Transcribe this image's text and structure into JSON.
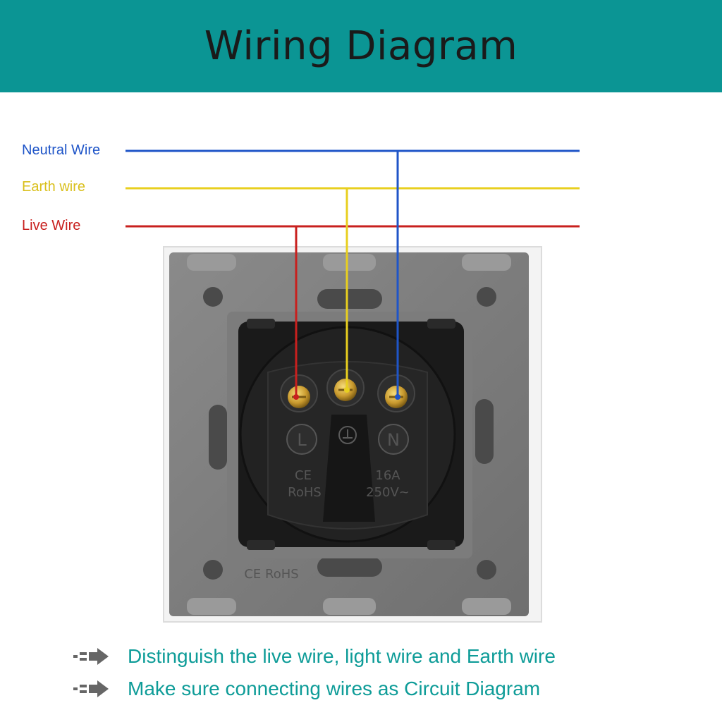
{
  "title": "Wiring Diagram",
  "colors": {
    "header_bg": "#0b9594",
    "neutral": "#1f55c8",
    "earth": "#e8cf1f",
    "live": "#c8201e",
    "tip_text": "#0e9c98"
  },
  "wires": {
    "neutral_label": "Neutral Wire",
    "earth_label": "Earth wire",
    "live_label": "Live Wire"
  },
  "socket": {
    "terminal_l": "L",
    "terminal_n": "N",
    "ce_mark": "CE",
    "rohs_mark": "RoHS",
    "rating_current": "16A",
    "rating_voltage": "250V~",
    "plate_marks": "CE RoHS"
  },
  "tips": [
    {
      "text": "Distinguish the live wire, light wire and Earth wire",
      "icon": "arrow-right-icon"
    },
    {
      "text": "Make sure connecting wires as Circuit Diagram",
      "icon": "arrow-right-icon"
    }
  ]
}
